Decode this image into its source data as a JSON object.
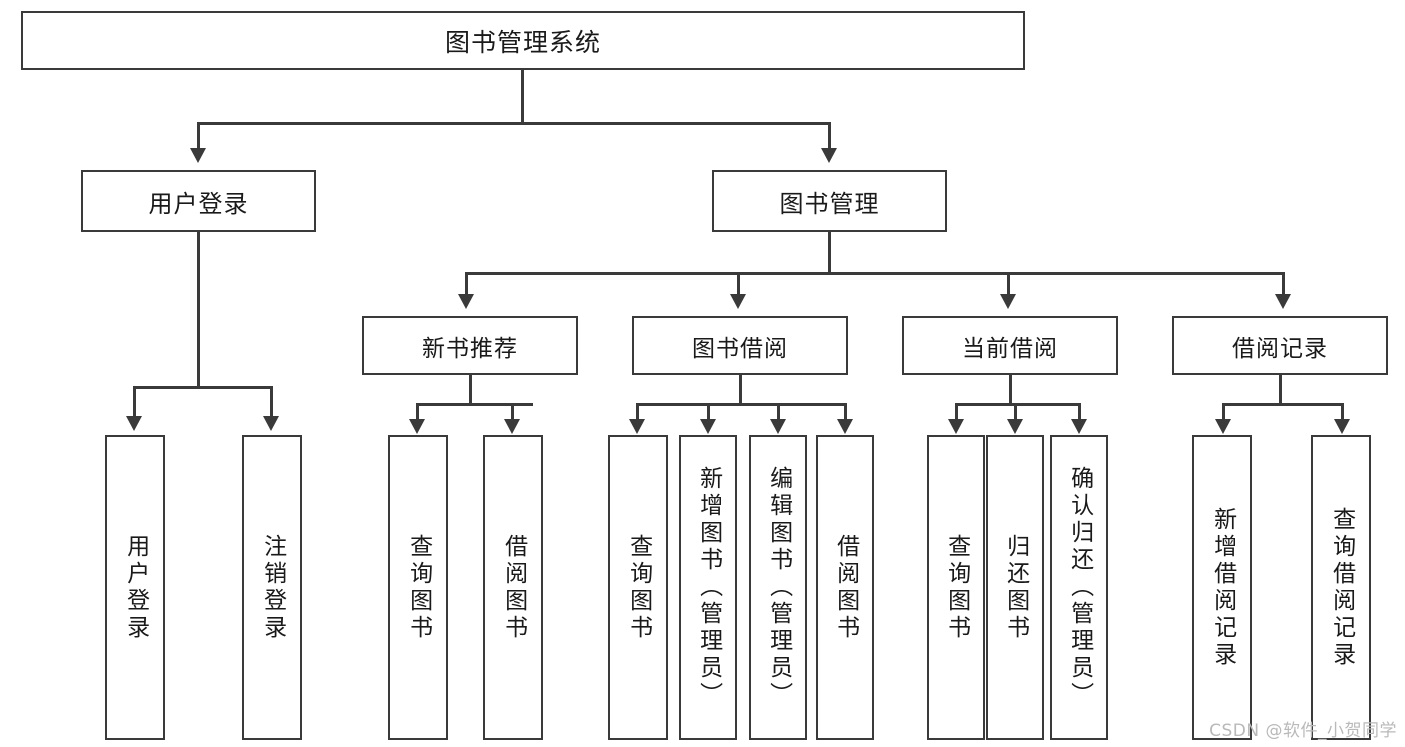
{
  "diagram": {
    "type": "tree",
    "title": "图书管理系统",
    "watermark": "CSDN @软件_小贺同学",
    "colors": {
      "stroke": "#3a3a3a",
      "fill": "#ffffff",
      "text": "#1a1a1a",
      "watermark": "#b9b9b9"
    },
    "root": {
      "label": "图书管理系统"
    },
    "level2": [
      {
        "id": "user-login",
        "label": "用户登录"
      },
      {
        "id": "book-management",
        "label": "图书管理"
      }
    ],
    "level3": [
      {
        "id": "new-book-recommend",
        "label": "新书推荐",
        "parent": "book-management"
      },
      {
        "id": "book-borrow",
        "label": "图书借阅",
        "parent": "book-management"
      },
      {
        "id": "current-borrow",
        "label": "当前借阅",
        "parent": "book-management"
      },
      {
        "id": "borrow-record",
        "label": "借阅记录",
        "parent": "book-management"
      }
    ],
    "leaves": [
      {
        "id": "leaf-user-login",
        "label": "用户登录",
        "parent": "user-login"
      },
      {
        "id": "leaf-user-logout",
        "label": "注销登录",
        "parent": "user-login"
      },
      {
        "id": "leaf-query-book-1",
        "label": "查询图书",
        "parent": "new-book-recommend"
      },
      {
        "id": "leaf-borrow-book-1",
        "label": "借阅图书",
        "parent": "new-book-recommend"
      },
      {
        "id": "leaf-query-book-2",
        "label": "查询图书",
        "parent": "book-borrow"
      },
      {
        "id": "leaf-add-book",
        "label": "新增图书（管理员）",
        "parent": "book-borrow"
      },
      {
        "id": "leaf-edit-book",
        "label": "编辑图书（管理员）",
        "parent": "book-borrow"
      },
      {
        "id": "leaf-borrow-book-2",
        "label": "借阅图书",
        "parent": "book-borrow"
      },
      {
        "id": "leaf-query-book-3",
        "label": "查询图书",
        "parent": "current-borrow"
      },
      {
        "id": "leaf-return-book",
        "label": "归还图书",
        "parent": "current-borrow"
      },
      {
        "id": "leaf-confirm-return",
        "label": "确认归还（管理员）",
        "parent": "current-borrow"
      },
      {
        "id": "leaf-add-borrow-record",
        "label": "新增借阅记录",
        "parent": "borrow-record"
      },
      {
        "id": "leaf-query-borrow-record",
        "label": "查询借阅记录",
        "parent": "borrow-record"
      }
    ]
  }
}
